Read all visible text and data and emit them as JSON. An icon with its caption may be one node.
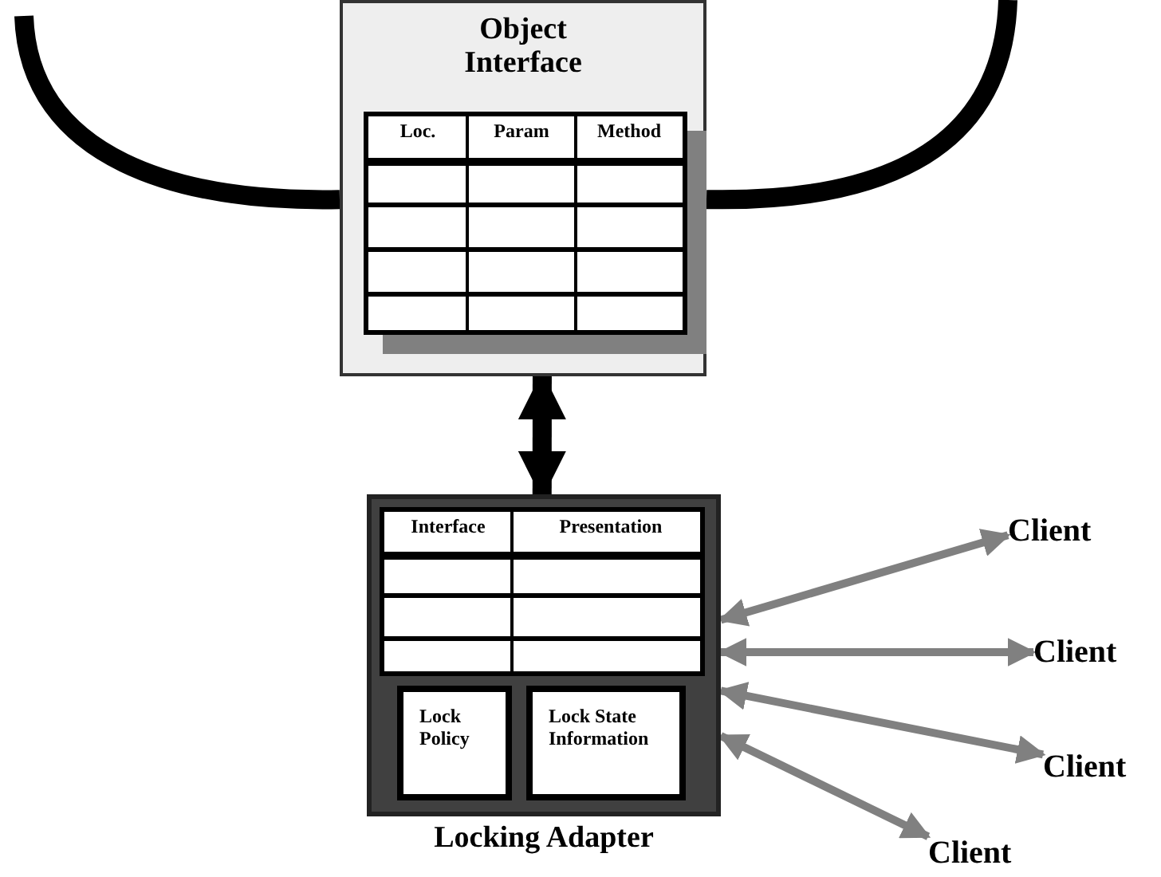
{
  "diagram": {
    "nodes": [
      {
        "text": [
          "Object Interface"
        ]
      },
      {
        "text": [
          "Locking Adapter"
        ]
      },
      {
        "text": [
          "Lock Policy"
        ],
        "in": 1
      },
      {
        "text": [
          "Lock State Information"
        ],
        "in": 1
      },
      {
        "text": [
          "Client"
        ]
      },
      {
        "text": [
          "Client"
        ]
      },
      {
        "text": [
          "Client"
        ]
      },
      {
        "text": [
          "Client"
        ]
      }
    ],
    "edges": [
      {
        "from": null,
        "to": 0,
        "arrow": "none",
        "style": "thick",
        "color": "#000000"
      },
      {
        "from": 0,
        "to": null,
        "arrow": "none",
        "style": "thick",
        "color": "#000000"
      },
      {
        "from": 0,
        "to": 1,
        "arrow": "both",
        "style": "thick",
        "color": "#000000"
      },
      {
        "from": 1,
        "to": 4,
        "arrow": "both"
      },
      {
        "from": 1,
        "to": 5,
        "arrow": "both"
      },
      {
        "from": 1,
        "to": 6,
        "arrow": "both"
      },
      {
        "from": 1,
        "to": 7,
        "arrow": "both"
      }
    ],
    "labels": [
      "Loc.",
      "Param",
      "Method",
      "Interface",
      "Presentation"
    ]
  }
}
